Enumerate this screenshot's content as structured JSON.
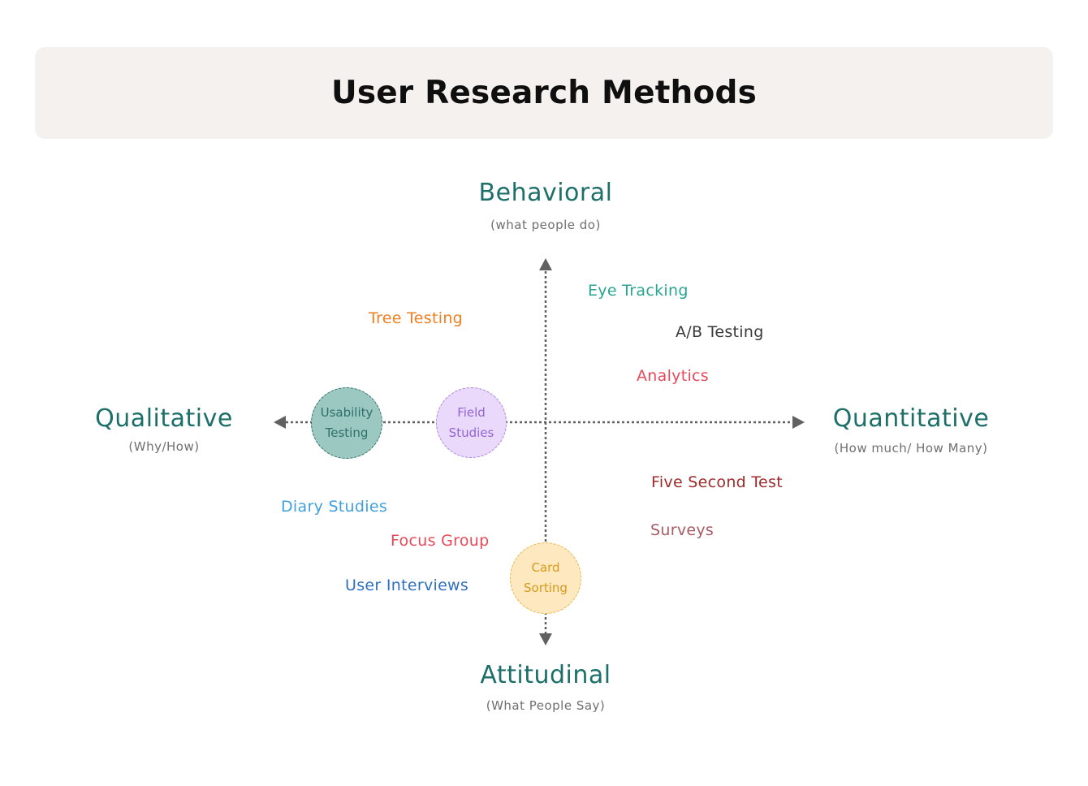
{
  "header": {
    "title": "User Research Methods"
  },
  "axes": {
    "top": {
      "label": "Behavioral",
      "sub": "(what people do)"
    },
    "bottom": {
      "label": "Attitudinal",
      "sub": "(What People Say)"
    },
    "left": {
      "label": "Qualitative",
      "sub": "(Why/How)"
    },
    "right": {
      "label": "Quantitative",
      "sub": "(How much/ How Many)"
    }
  },
  "methods": {
    "eye_tracking": {
      "label": "Eye Tracking",
      "color": "#2aa593"
    },
    "tree_testing": {
      "label": "Tree Testing",
      "color": "#f07f1f"
    },
    "ab_testing": {
      "label": "A/B Testing",
      "color": "#3a3a3a"
    },
    "analytics": {
      "label": "Analytics",
      "color": "#e84958"
    },
    "five_second_test": {
      "label": "Five Second Test",
      "color": "#9e2b2b"
    },
    "surveys": {
      "label": "Surveys",
      "color": "#a65b64"
    },
    "diary_studies": {
      "label": "Diary Studies",
      "color": "#3fa0dc"
    },
    "focus_group": {
      "label": "Focus Group",
      "color": "#e84958"
    },
    "user_interviews": {
      "label": "User Interviews",
      "color": "#2e6fbf"
    }
  },
  "bubbles": {
    "usability_testing": {
      "label": "Usability\nTesting",
      "fill": "#9cc8c2",
      "border": "#2f6f69",
      "text_color": "#2f6f69"
    },
    "field_studies": {
      "label": "Field\nStudies",
      "fill": "#ead9fb",
      "border": "#a882e0",
      "text_color": "#9264d4"
    },
    "card_sorting": {
      "label": "Card\nSorting",
      "fill": "#fde8c0",
      "border": "#e8b648",
      "text_color": "#d79a1c"
    }
  },
  "colors": {
    "axis_line": "#616161",
    "axis_title": "#1d6f6a"
  }
}
